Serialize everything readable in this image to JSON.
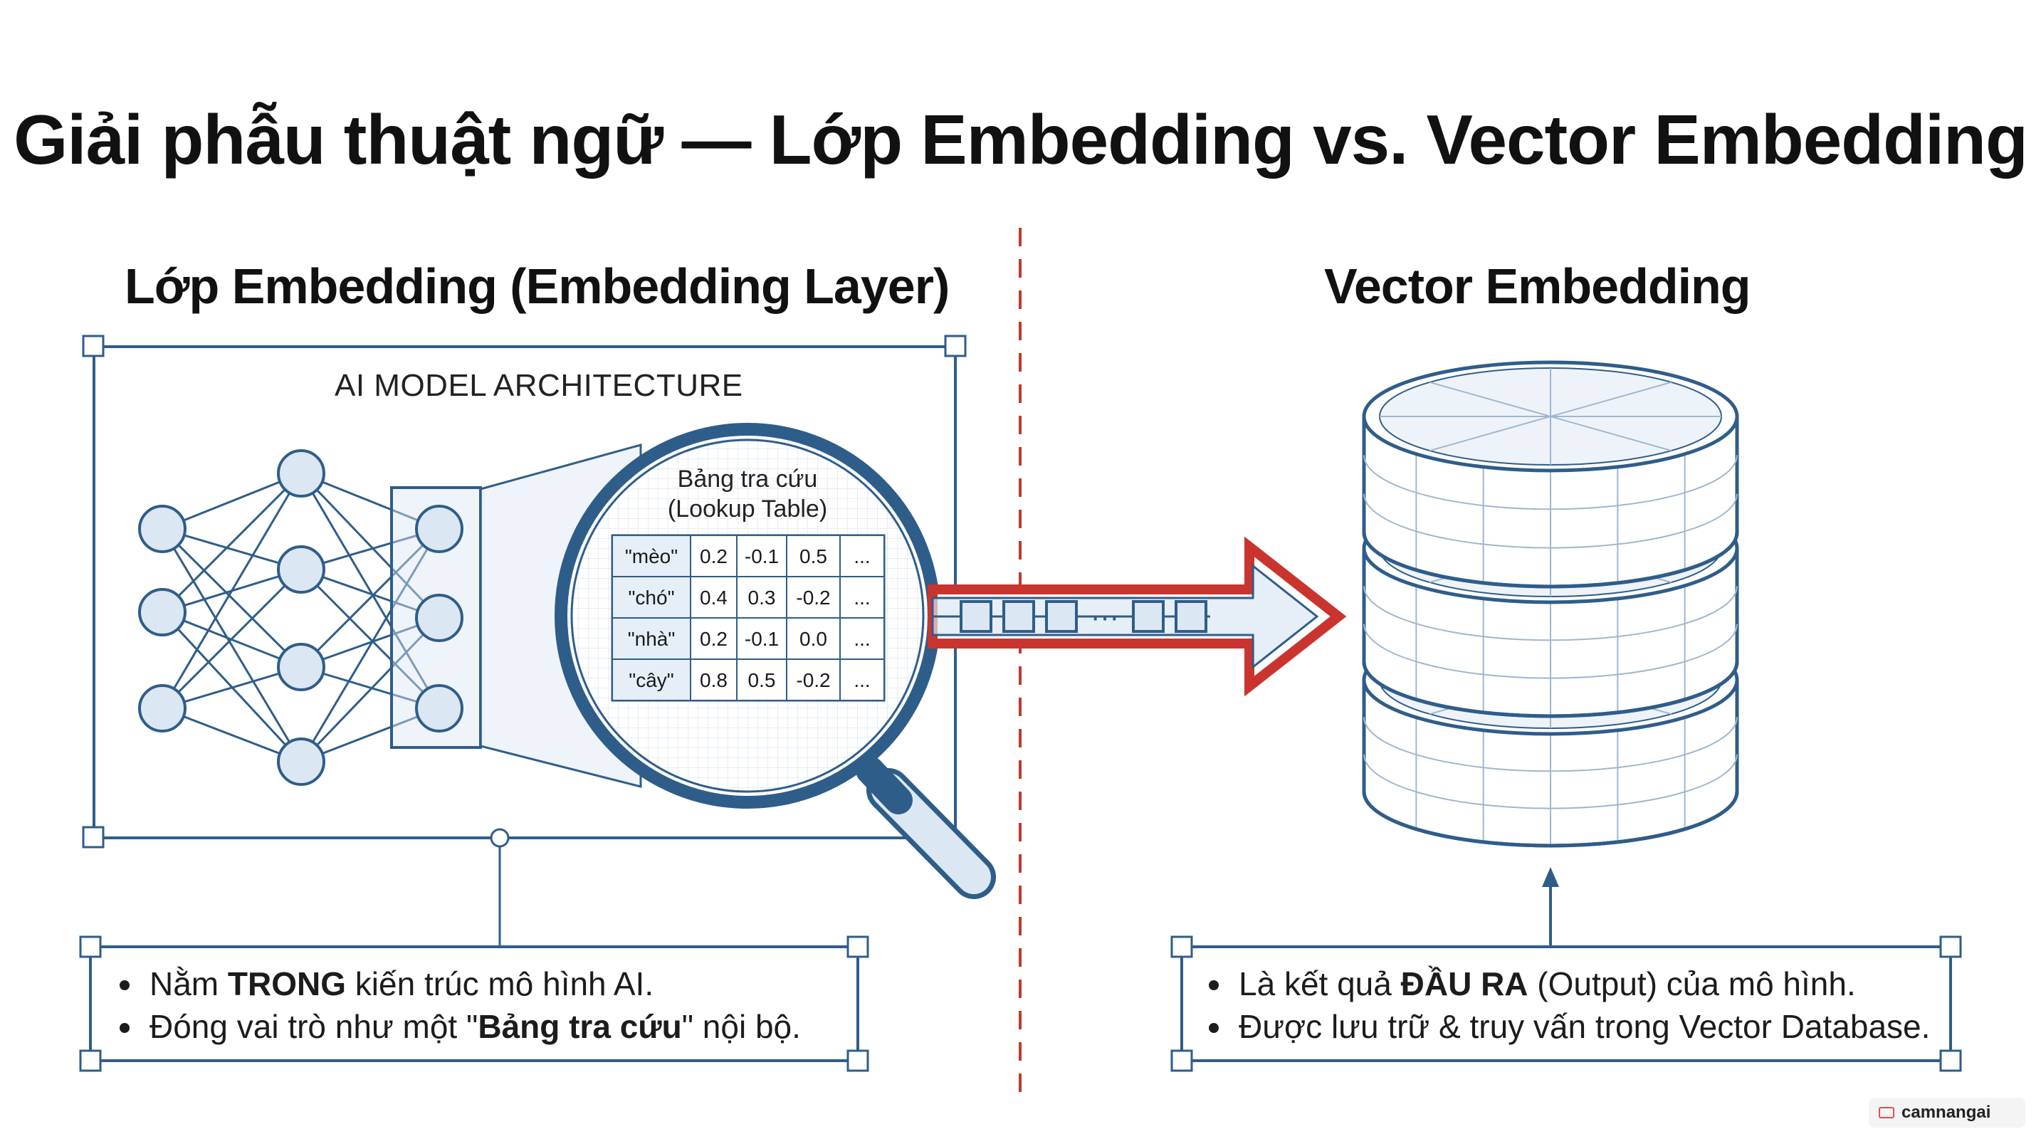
{
  "title": "Giải phẫu thuật ngữ — Lớp Embedding vs. Vector Embedding",
  "left": {
    "heading": "Lớp Embedding (Embedding Layer)",
    "architecture_label": "AI MODEL ARCHITECTURE",
    "lookup": {
      "caption_line1": "Bảng tra cứu",
      "caption_line2": "(Lookup Table)",
      "rows": [
        {
          "token": "\"mèo\"",
          "values": [
            "0.2",
            "-0.1",
            "0.5",
            "..."
          ]
        },
        {
          "token": "\"chó\"",
          "values": [
            "0.4",
            "0.3",
            "-0.2",
            "..."
          ]
        },
        {
          "token": "\"nhà\"",
          "values": [
            "0.2",
            "-0.1",
            "0.0",
            "..."
          ]
        },
        {
          "token": "\"cây\"",
          "values": [
            "0.8",
            "0.5",
            "-0.2",
            "..."
          ]
        }
      ]
    },
    "bullets": {
      "b1_pre": "Nằm ",
      "b1_bold": "TRONG",
      "b1_post": " kiến trúc mô hình AI.",
      "b2_pre": "Đóng vai trò như một \"",
      "b2_bold": "Bảng tra cứu",
      "b2_post": "\" nội bộ."
    }
  },
  "right": {
    "heading": "Vector Embedding",
    "bullets": {
      "b1_pre": "Là kết quả ",
      "b1_bold": "ĐẦU RA",
      "b1_post": " (Output) của mô hình.",
      "b2": "Được lưu trữ & truy vấn trong Vector Database."
    }
  },
  "vector_ellipsis": "···",
  "watermark": "camnangai",
  "colors": {
    "stroke_blue": "#2f5d8a",
    "fill_blue": "#dbe7f3",
    "arrow_red": "#c9352e",
    "divider_red": "#c0392b",
    "text": "#111111"
  }
}
